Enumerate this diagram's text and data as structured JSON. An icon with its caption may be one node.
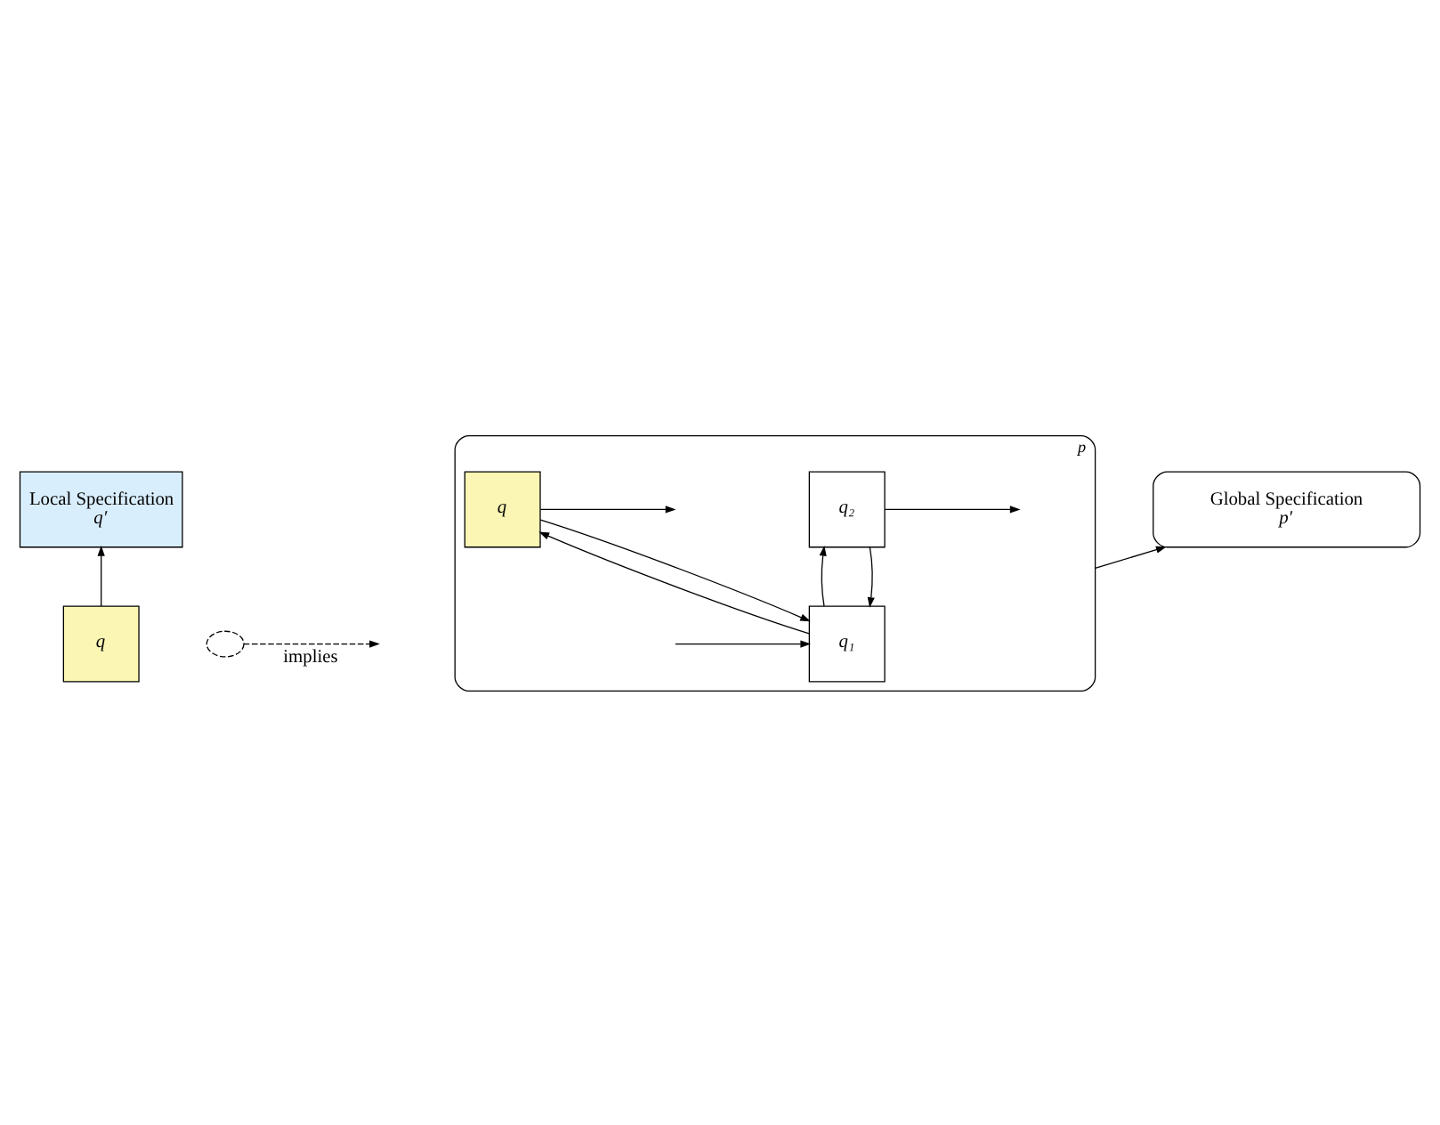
{
  "diagram": {
    "nodes": [
      {
        "text": [
          "Local Specification",
          "q′"
        ]
      },
      {
        "text": [
          "q"
        ]
      },
      {
        "text": [],
        "shape": "circle"
      },
      {
        "text": [
          "Global Specification",
          "p′"
        ]
      },
      {
        "text": [
          "p"
        ]
      },
      {
        "text": [
          "q₁"
        ],
        "in": 4
      },
      {
        "text": [
          "q"
        ],
        "in": 4
      },
      {
        "text": [
          "q₂"
        ],
        "in": 4
      }
    ],
    "edges": [
      {
        "from": 1,
        "to": 0,
        "arrow": "to"
      },
      {
        "from": 2,
        "to": null,
        "arrow": "to",
        "label": "implies",
        "style": "dashed"
      },
      {
        "from": 4,
        "to": 3,
        "arrow": "to"
      },
      {
        "from": null,
        "to": 5,
        "arrow": "to"
      },
      {
        "from": 5,
        "to": 6,
        "arrow": "to"
      },
      {
        "from": 6,
        "to": 5,
        "arrow": "to"
      },
      {
        "from": 6,
        "to": null,
        "arrow": "to"
      },
      {
        "from": 5,
        "to": 7,
        "arrow": "to"
      },
      {
        "from": 7,
        "to": 5,
        "arrow": "to"
      },
      {
        "from": 7,
        "to": null,
        "arrow": "to"
      }
    ]
  }
}
